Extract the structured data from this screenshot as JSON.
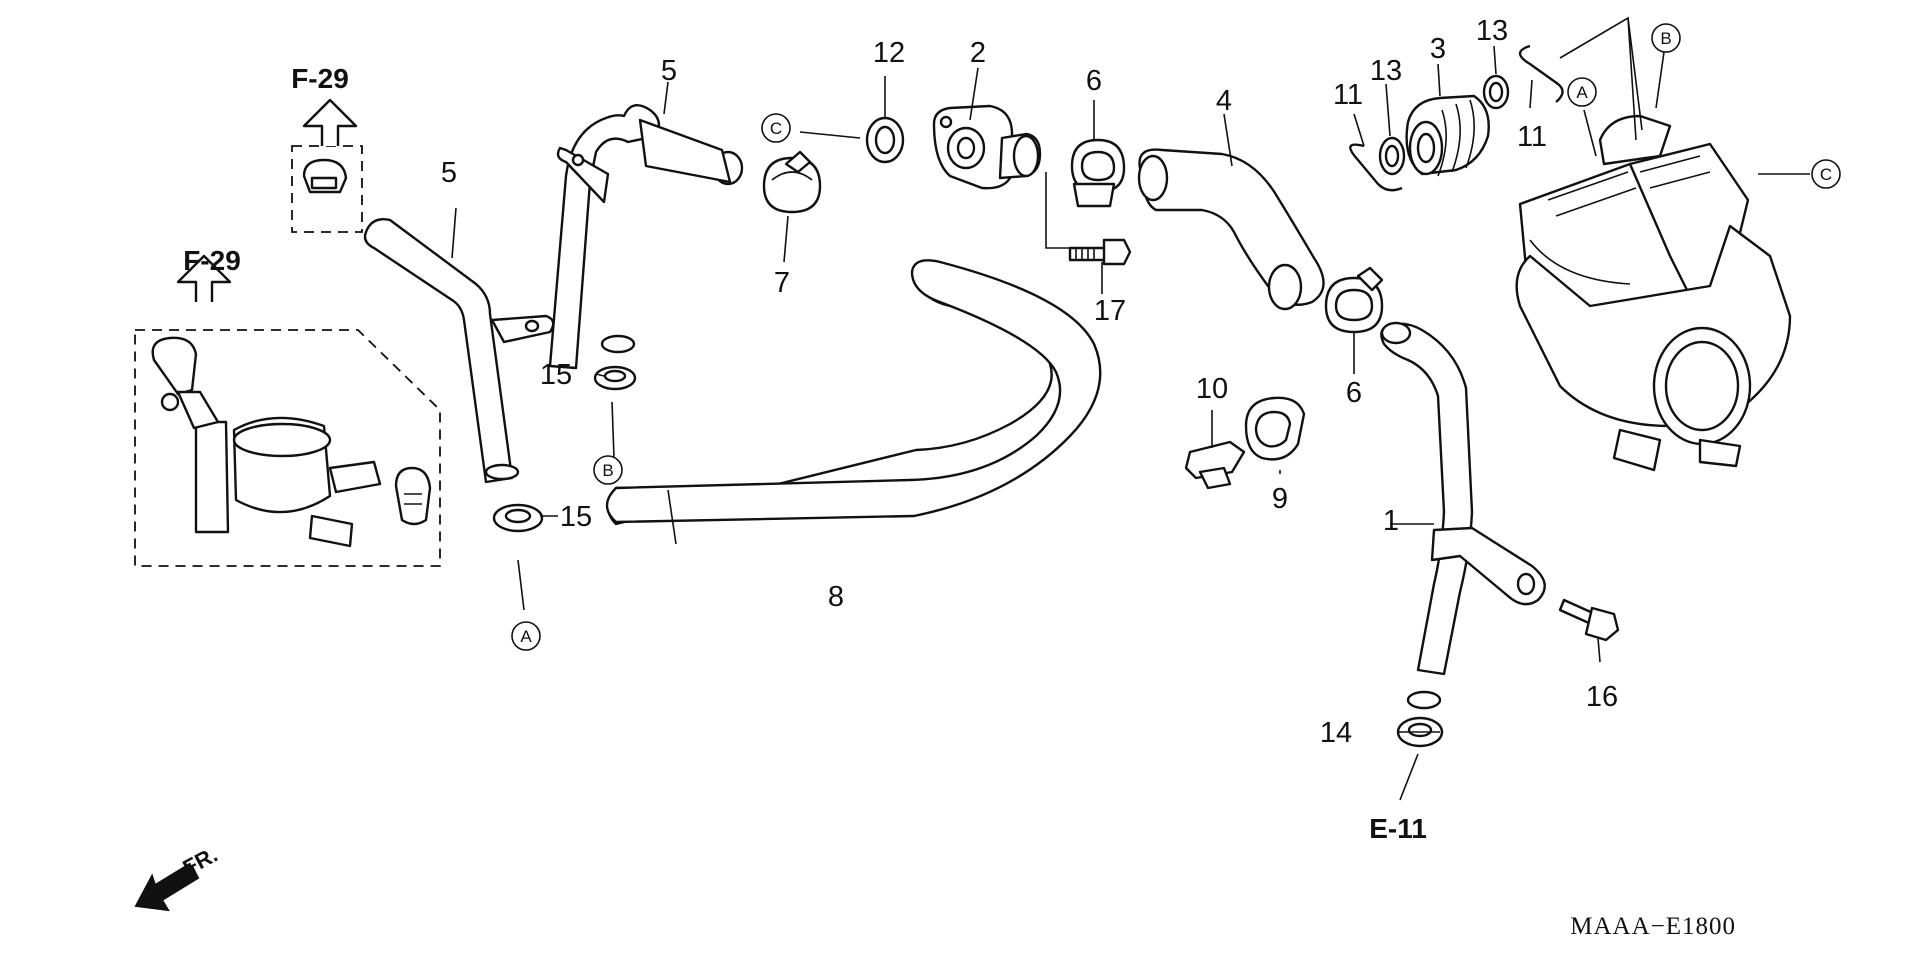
{
  "diagram": {
    "callouts": {
      "c1": "1",
      "c2": "2",
      "c3": "3",
      "c4": "4",
      "c5a": "5",
      "c5b": "5",
      "c6a": "6",
      "c6b": "6",
      "c7": "7",
      "c8": "8",
      "c9": "9",
      "c10": "10",
      "c11a": "11",
      "c11b": "11",
      "c12": "12",
      "c13a": "13",
      "c13b": "13",
      "c14": "14",
      "c15a": "15",
      "c15b": "15",
      "c16": "16",
      "c17": "17"
    },
    "refs": {
      "f29_top": "F-29",
      "f29_left": "F-29",
      "e11": "E-11"
    },
    "circles": {
      "a_left": "A",
      "b_mid": "B",
      "c_left": "C",
      "a_right": "A",
      "b_right": "B",
      "c_right": "C"
    },
    "front_label": "FR.",
    "drawing_code": "MAAA−E1800"
  }
}
